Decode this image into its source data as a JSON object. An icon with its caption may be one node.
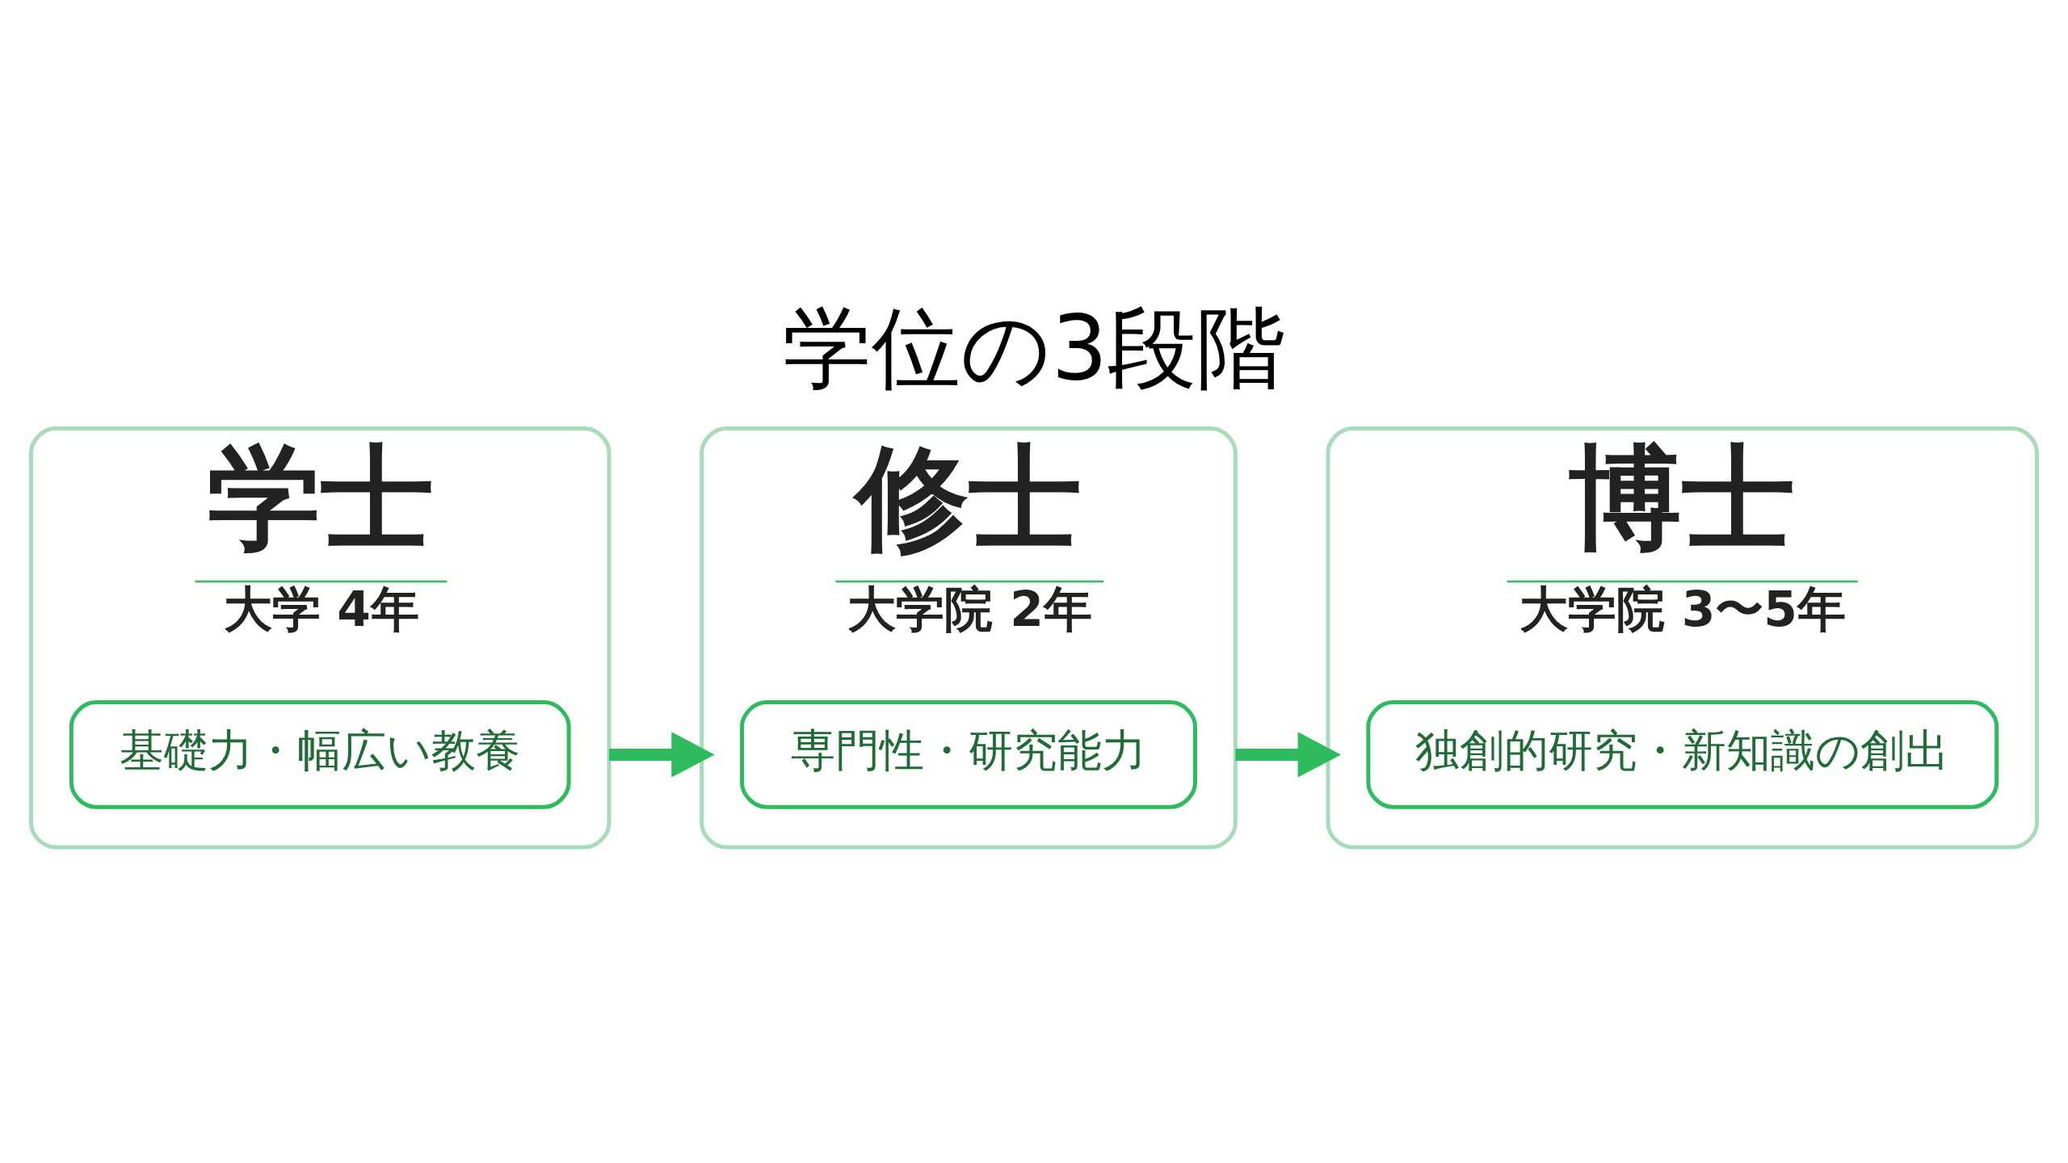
{
  "diagram": {
    "title": "学位の3段階",
    "nodes": [
      {
        "text": [
          "学士",
          "大学 4年"
        ]
      },
      {
        "text": [
          "基礎力・幅広い教養"
        ],
        "in": 0
      },
      {
        "text": [
          "修士",
          "大学院 2年"
        ]
      },
      {
        "text": [
          "専門性・研究能力"
        ],
        "in": 2
      },
      {
        "text": [
          "博士",
          "大学院 3〜5年"
        ]
      },
      {
        "text": [
          "独創的研究・新知識の創出"
        ],
        "in": 4
      }
    ],
    "edges": [
      {
        "from": 0,
        "to": 2,
        "arrow": "to"
      },
      {
        "from": 2,
        "to": 4,
        "arrow": "to"
      }
    ]
  }
}
